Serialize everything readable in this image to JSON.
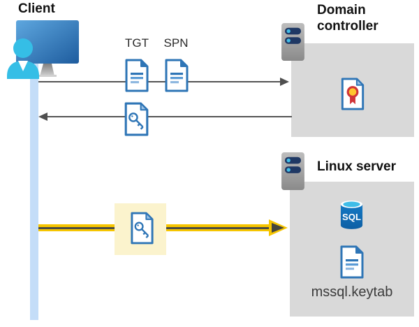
{
  "diagram": {
    "title_client": "Client",
    "label_tgt": "TGT",
    "label_spn": "SPN",
    "title_domain_controller": "Domain controller",
    "title_linux_server": "Linux server",
    "label_sql": "SQL",
    "label_keytab": "mssql.keytab",
    "icons": {
      "client": "client-workstation-user-icon",
      "server": "server-icon",
      "document": "document-icon",
      "key_document": "key-ticket-document-icon",
      "certificate": "certificate-icon",
      "sql_database": "sql-database-icon",
      "arrow_right": "arrow-right-icon",
      "arrow_left": "arrow-left-icon",
      "arrow_yellow": "yellow-arrow-right-icon"
    },
    "colors": {
      "accent_blue": "#2E75B6",
      "client_timeline_blue": "#C4DDF8",
      "zone_gray": "#D9D9D9",
      "arrow_dark": "#545454",
      "arrow_yellow": "#F6C500",
      "highlight_yellow": "#FBF3CD",
      "certificate_red": "#D13438",
      "certificate_gold": "#FFC62E",
      "sql_body_blue": "#1268B3",
      "sql_top_cyan": "#3FBDE8",
      "person_cyan": "#35BEE6"
    }
  }
}
